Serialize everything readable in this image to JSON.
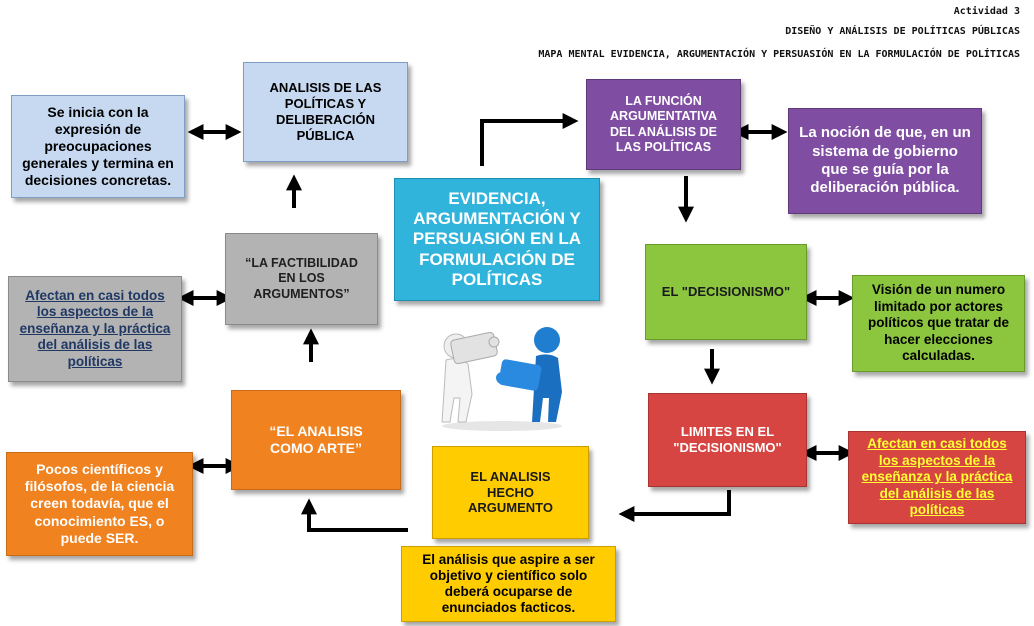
{
  "header": {
    "activity": "Actividad 3",
    "course": "DISEÑO Y ANÁLISIS DE POLÍTICAS PÚBLICAS",
    "subtitle": "MAPA MENTAL EVIDENCIA, ARGUMENTACIÓN Y PERSUASIÓN EN LA FORMULACIÓN DE POLÍTICAS"
  },
  "center": {
    "label": "EVIDENCIA, ARGUMENTACIÓN Y PERSUASIÓN EN LA FORMULACIÓN DE POLÍTICAS",
    "color": "#31b4dc"
  },
  "nodes": {
    "analisis_politicas": {
      "label": "ANALISIS DE LAS POLÍTICAS Y DELIBERACIÓN PÚBLICA",
      "color": "#c6d9f1"
    },
    "inicia": {
      "label": "Se inicia con la expresión de preocupaciones generales y termina en decisiones concretas.",
      "color": "#c6d9f1"
    },
    "funcion": {
      "label": "LA FUNCIÓN ARGUMENTATIVA DEL ANÁLISIS DE LAS POLÍTICAS",
      "color": "#7f4ea3"
    },
    "nocion": {
      "label": "La noción de que, en un sistema de gobierno que se guía por la deliberación pública.",
      "color": "#7f4ea3"
    },
    "decisionismo": {
      "label": "EL \"DECISIONISMO\"",
      "color": "#8cc63f"
    },
    "vision": {
      "label": "Visión de un numero limitado por actores políticos que tratar de hacer elecciones calculadas.",
      "color": "#8cc63f"
    },
    "limites": {
      "label": "LIMITES EN EL \"DECISIONISMO\"",
      "color": "#d64541"
    },
    "afectan_red": {
      "label": "Afectan en casi todos los aspectos de la enseñanza y la práctica del análisis de las políticas",
      "color": "#d64541",
      "text_color": "#ffff33"
    },
    "hecho_argumento": {
      "label": "EL ANALISIS HECHO ARGUMENTO",
      "color": "#ffcc00"
    },
    "aspire": {
      "label": "El análisis que aspire a ser objetivo y científico solo deberá ocuparse de enunciados facticos.",
      "color": "#ffcc00"
    },
    "arte": {
      "label": "“EL ANALISIS COMO ARTE”",
      "color": "#f0821f"
    },
    "cientificos": {
      "label": "Pocos científicos y filósofos, de la ciencia creen todavía, que el conocimiento ES, o puede SER.",
      "color": "#f0821f"
    },
    "factibilidad": {
      "label": "“LA FACTIBILIDAD EN LOS ARGUMENTOS”",
      "color": "#b3b3b3"
    },
    "afectan_gray": {
      "label": "Afectan en casi todos los aspectos de la enseñanza y la práctica del análisis de las políticas",
      "color": "#b3b3b3",
      "text_color": "#1f3864"
    }
  },
  "illustration": {
    "icon": "puzzle-figures-icon"
  }
}
